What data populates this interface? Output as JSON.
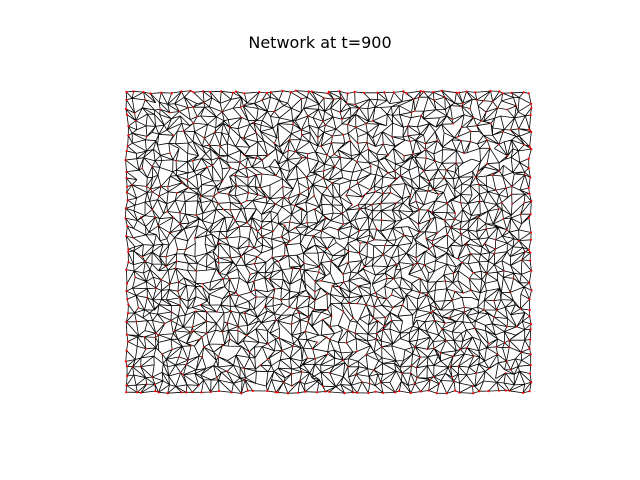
{
  "title": "Network at t=900",
  "style": {
    "edge_color": "#000000",
    "node_color": "#ff0000",
    "background": "#ffffff"
  },
  "network": {
    "type": "random-geometric-mesh",
    "time_step": 900
  }
}
